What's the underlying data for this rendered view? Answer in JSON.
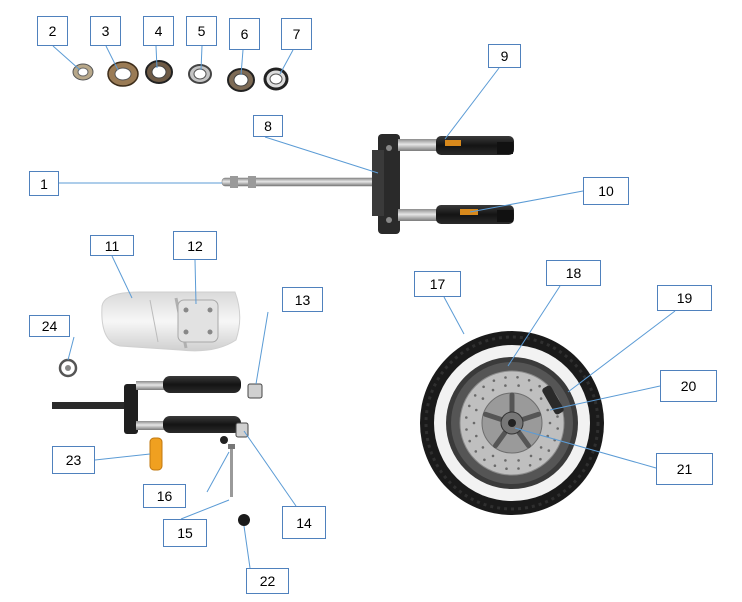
{
  "diagram": {
    "type": "exploded-parts-diagram",
    "colors": {
      "callout_border": "#4f81bd",
      "leader_line": "#5b9bd5",
      "tire": "#1a1a1a",
      "whitewall": "#f2f2f2",
      "rim": "#3a3a3a",
      "disc": "#bfbfbf",
      "fork_tube": "#b0b0b0",
      "slider": "#1c1c1c",
      "reflector": "#f0a020",
      "fender": "#ececec"
    },
    "callouts": [
      {
        "label": "1"
      },
      {
        "label": "2"
      },
      {
        "label": "3"
      },
      {
        "label": "4"
      },
      {
        "label": "5"
      },
      {
        "label": "6"
      },
      {
        "label": "7"
      },
      {
        "label": "8"
      },
      {
        "label": "9"
      },
      {
        "label": "10"
      },
      {
        "label": "11"
      },
      {
        "label": "12"
      },
      {
        "label": "13"
      },
      {
        "label": "14"
      },
      {
        "label": "15"
      },
      {
        "label": "16"
      },
      {
        "label": "17"
      },
      {
        "label": "18"
      },
      {
        "label": "19"
      },
      {
        "label": "20"
      },
      {
        "label": "21"
      },
      {
        "label": "22"
      },
      {
        "label": "23"
      },
      {
        "label": "24"
      }
    ]
  }
}
